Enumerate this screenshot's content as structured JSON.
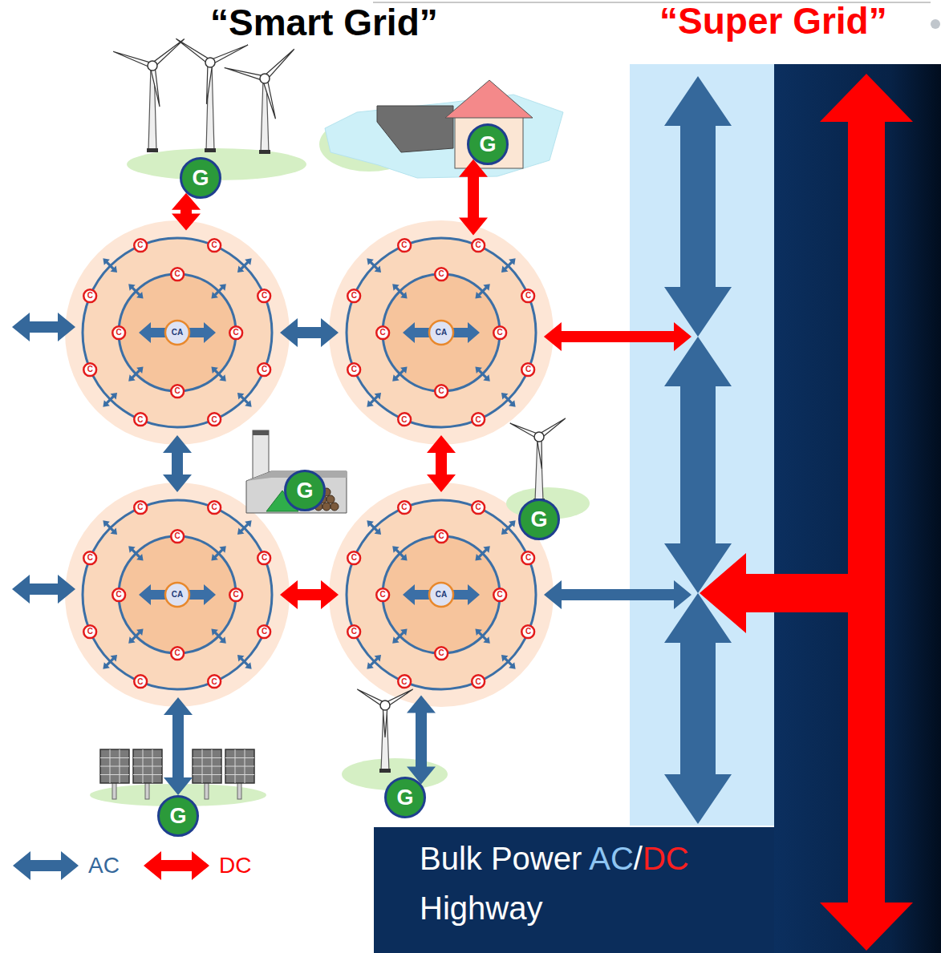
{
  "diagram": {
    "nodes": [
      {
        "text": [
          "G"
        ]
      },
      {
        "text": [
          "G"
        ]
      },
      {
        "text": [
          "CA"
        ]
      },
      {
        "text": [
          "C"
        ],
        "in": 2
      },
      {
        "text": [
          "C"
        ],
        "in": 2
      },
      {
        "text": [
          "C"
        ],
        "in": 2
      },
      {
        "text": [
          "C"
        ],
        "in": 2
      },
      {
        "text": [
          "C"
        ],
        "in": 2
      },
      {
        "text": [
          "C"
        ],
        "in": 2
      },
      {
        "text": [
          "C"
        ],
        "in": 2
      },
      {
        "text": [
          "C"
        ],
        "in": 2
      },
      {
        "text": [
          "C"
        ],
        "in": 2
      },
      {
        "text": [
          "C"
        ],
        "in": 2
      },
      {
        "text": [
          "C"
        ],
        "in": 2
      },
      {
        "text": [
          "C"
        ],
        "in": 2
      },
      {
        "text": [
          "CA"
        ]
      },
      {
        "text": [
          "C"
        ],
        "in": 15
      },
      {
        "text": [
          "C"
        ],
        "in": 15
      },
      {
        "text": [
          "C"
        ],
        "in": 15
      },
      {
        "text": [
          "C"
        ],
        "in": 15
      },
      {
        "text": [
          "C"
        ],
        "in": 15
      },
      {
        "text": [
          "C"
        ],
        "in": 15
      },
      {
        "text": [
          "C"
        ],
        "in": 15
      },
      {
        "text": [
          "C"
        ],
        "in": 15
      },
      {
        "text": [
          "C"
        ],
        "in": 15
      },
      {
        "text": [
          "C"
        ],
        "in": 15
      },
      {
        "text": [
          "C"
        ],
        "in": 15
      },
      {
        "text": [
          "C"
        ],
        "in": 15
      },
      {
        "text": [
          "G"
        ]
      },
      {
        "text": [
          "G"
        ]
      },
      {
        "text": [
          "CA"
        ]
      },
      {
        "text": [
          "C"
        ],
        "in": 30
      },
      {
        "text": [
          "C"
        ],
        "in": 30
      },
      {
        "text": [
          "C"
        ],
        "in": 30
      },
      {
        "text": [
          "C"
        ],
        "in": 30
      },
      {
        "text": [
          "C"
        ],
        "in": 30
      },
      {
        "text": [
          "C"
        ],
        "in": 30
      },
      {
        "text": [
          "C"
        ],
        "in": 30
      },
      {
        "text": [
          "C"
        ],
        "in": 30
      },
      {
        "text": [
          "C"
        ],
        "in": 30
      },
      {
        "text": [
          "C"
        ],
        "in": 30
      },
      {
        "text": [
          "C"
        ],
        "in": 30
      },
      {
        "text": [
          "C"
        ],
        "in": 30
      },
      {
        "text": [
          "CA"
        ]
      },
      {
        "text": [
          "C"
        ],
        "in": 43
      },
      {
        "text": [
          "C"
        ],
        "in": 43
      },
      {
        "text": [
          "C"
        ],
        "in": 43
      },
      {
        "text": [
          "C"
        ],
        "in": 43
      },
      {
        "text": [
          "C"
        ],
        "in": 43
      },
      {
        "text": [
          "C"
        ],
        "in": 43
      },
      {
        "text": [
          "C"
        ],
        "in": 43
      },
      {
        "text": [
          "C"
        ],
        "in": 43
      },
      {
        "text": [
          "C"
        ],
        "in": 43
      },
      {
        "text": [
          "C"
        ],
        "in": 43
      },
      {
        "text": [
          "C"
        ],
        "in": 43
      },
      {
        "text": [
          "C"
        ],
        "in": 43
      },
      {
        "text": [
          "G"
        ]
      },
      {
        "text": [
          "G"
        ]
      },
      {
        "text": [
          "Bulk Power AC/DC Highway"
        ]
      }
    ],
    "edges": [
      {
        "from": 0,
        "to": 2,
        "arrow": "both"
      },
      {
        "from": 1,
        "to": 15,
        "arrow": "both"
      },
      {
        "from": 2,
        "to": 15,
        "arrow": "both"
      },
      {
        "from": 2,
        "to": 30,
        "arrow": "both"
      },
      {
        "from": 15,
        "to": 43,
        "arrow": "both"
      },
      {
        "from": 15,
        "to": 58,
        "arrow": "both"
      },
      {
        "from": 30,
        "to": 43,
        "arrow": "both"
      },
      {
        "from": 43,
        "to": 58,
        "arrow": "both"
      },
      {
        "from": 30,
        "to": 56,
        "arrow": "both"
      },
      {
        "from": 43,
        "to": 57,
        "arrow": "both"
      }
    ],
    "labels": [
      "“Smart Grid”",
      "“Super Grid”"
    ],
    "legend": [
      {
        "text": "AC"
      },
      {
        "text": "DC"
      }
    ]
  }
}
